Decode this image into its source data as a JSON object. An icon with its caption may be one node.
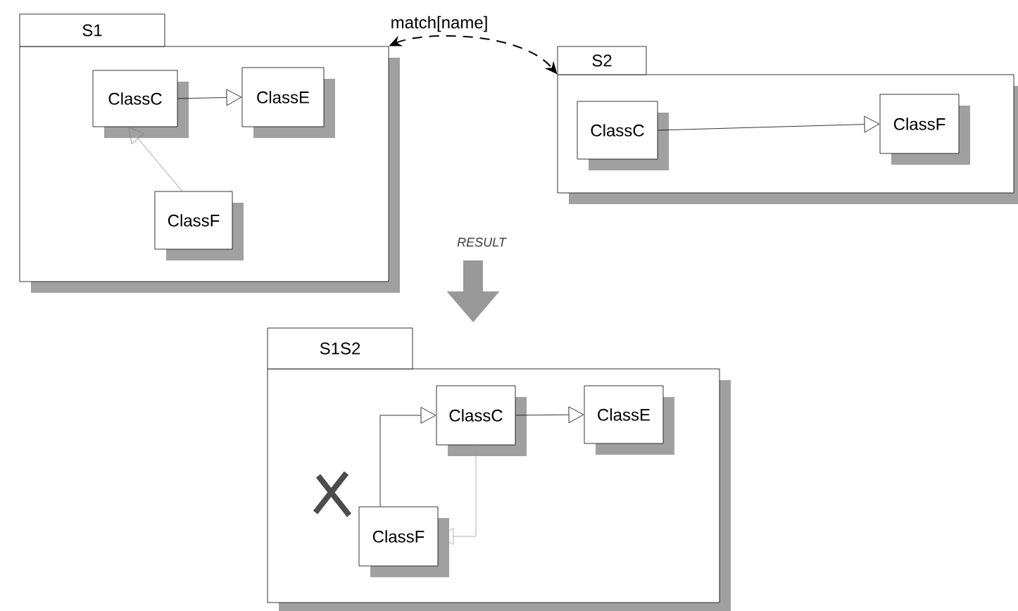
{
  "diagram": {
    "nodes": [
      {
        "text": [
          "S1"
        ]
      },
      {
        "text": [
          "ClassC"
        ],
        "in": 0
      },
      {
        "text": [
          "ClassE"
        ],
        "in": 0
      },
      {
        "text": [
          "ClassF"
        ],
        "in": 0
      },
      {
        "text": [
          "S2"
        ]
      },
      {
        "text": [
          "ClassC"
        ],
        "in": 4
      },
      {
        "text": [
          "ClassF"
        ],
        "in": 4
      },
      {
        "text": [
          "S1S2"
        ]
      },
      {
        "text": [
          "ClassC"
        ],
        "in": 7
      },
      {
        "text": [
          "ClassE"
        ],
        "in": 7
      },
      {
        "text": [
          "ClassF"
        ],
        "in": 7
      }
    ],
    "edges": [
      {
        "from": 0,
        "to": 4,
        "arrow": "both",
        "label": "match[name]",
        "style": "dashed"
      },
      {
        "from": 1,
        "to": 2,
        "arrow": "to"
      },
      {
        "from": 3,
        "to": 1,
        "arrow": "to",
        "color": "#808080"
      },
      {
        "from": 5,
        "to": 6,
        "arrow": "to"
      },
      {
        "from": 10,
        "to": 8,
        "arrow": "to"
      },
      {
        "from": 8,
        "to": 9,
        "arrow": "to"
      },
      {
        "from": 8,
        "to": 10,
        "arrow": "to",
        "color": "#a0a0a0"
      }
    ],
    "labels": [
      "RESULT"
    ]
  }
}
